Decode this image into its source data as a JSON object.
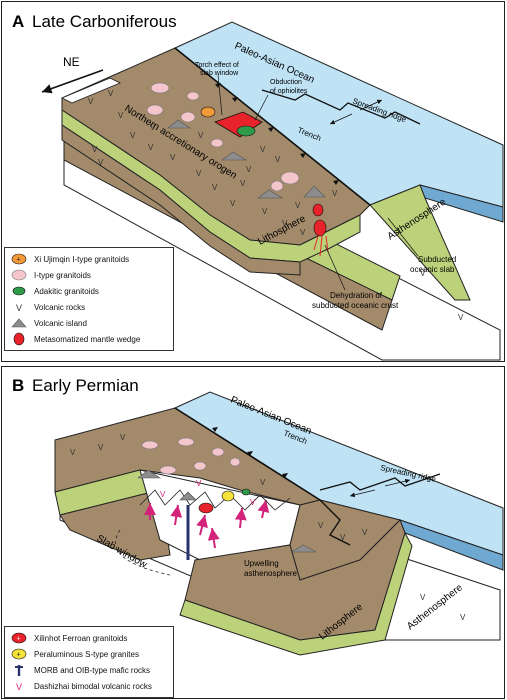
{
  "panel_a": {
    "letter": "A",
    "title": "Late Carboniferous",
    "direction": "NE",
    "labels": {
      "ocean": "Paleo-Asian Ocean",
      "torch": [
        "Torch effect of",
        "slab window"
      ],
      "obduction": [
        "Obduction",
        "of ophiolites"
      ],
      "ridge": "Spreading ridge",
      "trench": "Trench",
      "orogen": "Northern accretionary orogen",
      "lithosphere": "Lithosphere",
      "asthenosphere": "Asthenosphere",
      "subducted_slab": [
        "Subducted",
        "oceanic slab"
      ],
      "dehydration": [
        "Dehydration of",
        "subducted oceanic crust"
      ]
    },
    "legend": [
      {
        "symbol": "xi-ujimqin-granitoid",
        "label": "Xi Ujimqin I-type granitoids"
      },
      {
        "symbol": "i-type-granitoid",
        "label": "I-type granitoids"
      },
      {
        "symbol": "adakitic-granitoid",
        "label": "Adakitic granitoids"
      },
      {
        "symbol": "volcanic-rock",
        "label": "Volcanic rocks"
      },
      {
        "symbol": "volcanic-island",
        "label": "Volcanic island"
      },
      {
        "symbol": "metasomatized-mantle-wedge",
        "label": "Metasomatized mantle wedge"
      }
    ]
  },
  "panel_b": {
    "letter": "B",
    "title": "Early Permian",
    "labels": {
      "ocean": "Paleo-Asian Ocean",
      "trench": "Trench",
      "ridge": "Spreading ridge",
      "slab_window": "Slab window",
      "upwelling": [
        "Upwelling",
        "asthenosphere"
      ],
      "lithosphere": "Lithosphere",
      "asthenosphere": "Asthenosphere"
    },
    "legend": [
      {
        "symbol": "xilinhot-ferroan-granitoid",
        "label": "Xilinhot Ferroan granitoids"
      },
      {
        "symbol": "peraluminous-s-type-granite",
        "label": "Peraluminous S-type granites"
      },
      {
        "symbol": "morb-oib-mafic-rock",
        "label": "MORB and OIB-type mafic rocks"
      },
      {
        "symbol": "bimodal-volcanic-rock",
        "label": "Dashizhai bimodal volcanic rocks"
      }
    ]
  },
  "colors": {
    "land": "#a38a6a",
    "ocean": "#bfe3f5",
    "lithosphere": "#bcd27a",
    "asthenosphere": "#ffffff",
    "granitoid_pink": "#f4c6cc",
    "adakite_green": "#2f9a47",
    "mantle_red": "#e8232b",
    "xi_ujimqin_orange": "#f2993a",
    "s_type_yellow": "#f3e33a",
    "morb_blue": "#28336e",
    "arrow_magenta": "#d4237a",
    "volcano_gray": "#8c8c8c"
  }
}
